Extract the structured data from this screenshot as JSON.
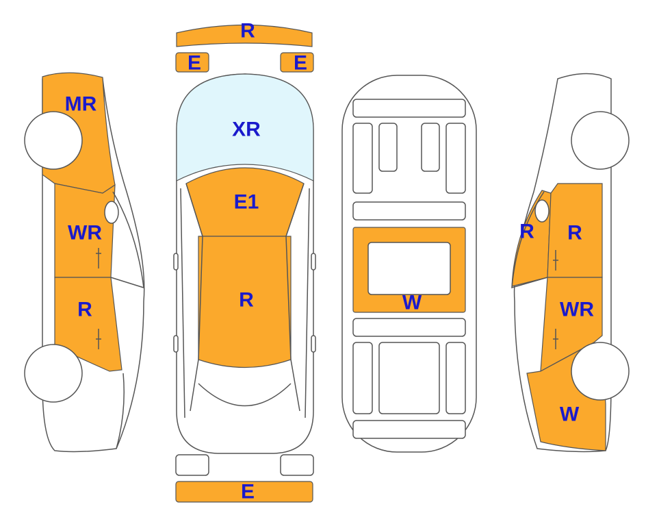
{
  "colors": {
    "damage": "#FBA92C",
    "glass": "#E0F6FC",
    "outline": "#555555",
    "label": "#1A1ACC",
    "background": "#FFFFFF"
  },
  "labels": {
    "front_bumper": "R",
    "headlight_left": "E",
    "headlight_right": "E",
    "windshield": "XR",
    "hood": "E1",
    "roof": "R",
    "rear_bumper": "E",
    "floor_panel": "W",
    "left_front_fender": "MR",
    "left_front_door": "WR",
    "left_rear_door": "R",
    "right_a_pillar": "R",
    "right_front_door": "R",
    "right_rear_door": "WR",
    "right_rear_quarter": "W"
  }
}
